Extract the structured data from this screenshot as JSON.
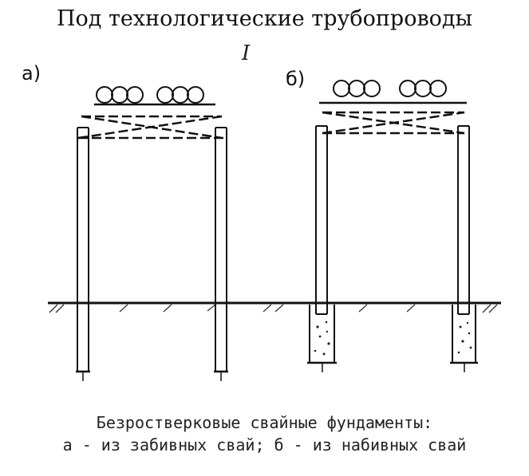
{
  "title": "Под технологические трубопроводы",
  "section_mark": "I",
  "variants": {
    "a": {
      "label": "а)"
    },
    "b": {
      "label": "б)"
    }
  },
  "caption": {
    "line1": "Безростверковые свайные фундаменты:",
    "line2": "а - из забивных свай; б - из набивных свай"
  }
}
